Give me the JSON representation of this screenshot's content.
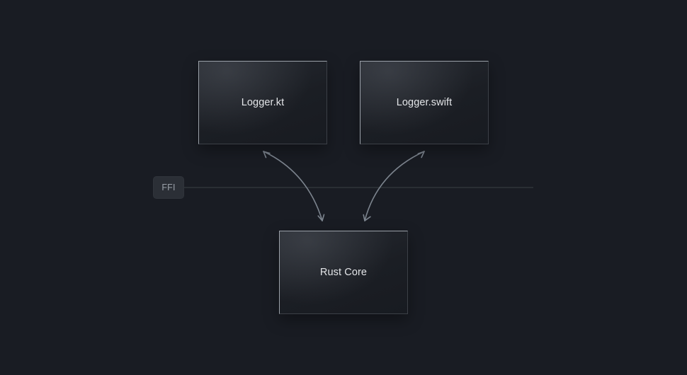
{
  "diagram": {
    "nodes": {
      "kotlin": {
        "label": "Logger.kt"
      },
      "swift": {
        "label": "Logger.swift"
      },
      "rust": {
        "label": "Rust Core"
      }
    },
    "boundary": {
      "label": "FFI"
    },
    "edges": [
      {
        "from": "Logger.kt",
        "to": "Rust Core",
        "direction": "bidirectional"
      },
      {
        "from": "Logger.swift",
        "to": "Rust Core",
        "direction": "bidirectional"
      }
    ]
  },
  "colors": {
    "background": "#191c23",
    "node_fill": "#1d2026",
    "node_border": "#9ba1a9",
    "node_text": "#e3e5e8",
    "arrow": "#7c848e",
    "boundary_line": "#30343b",
    "pill_fill": "#2b2f36",
    "pill_text": "#9aa0a8"
  }
}
